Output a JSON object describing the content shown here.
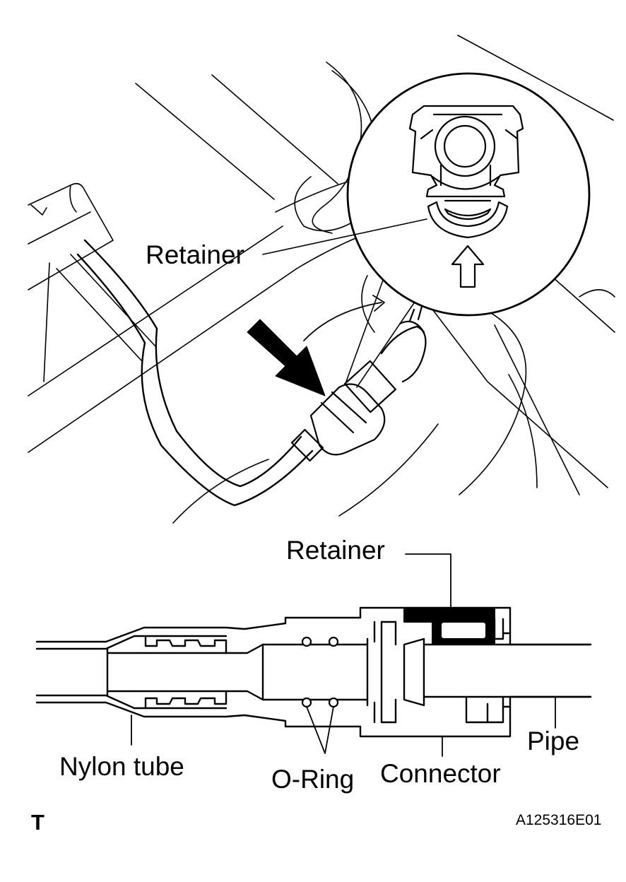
{
  "labels": {
    "retainer_upper": "Retainer",
    "retainer_lower": "Retainer",
    "nylon_tube": "Nylon tube",
    "o_ring": "O-Ring",
    "connector": "Connector",
    "pipe": "Pipe",
    "corner_mark": "T",
    "figure_code": "A125316E01"
  }
}
